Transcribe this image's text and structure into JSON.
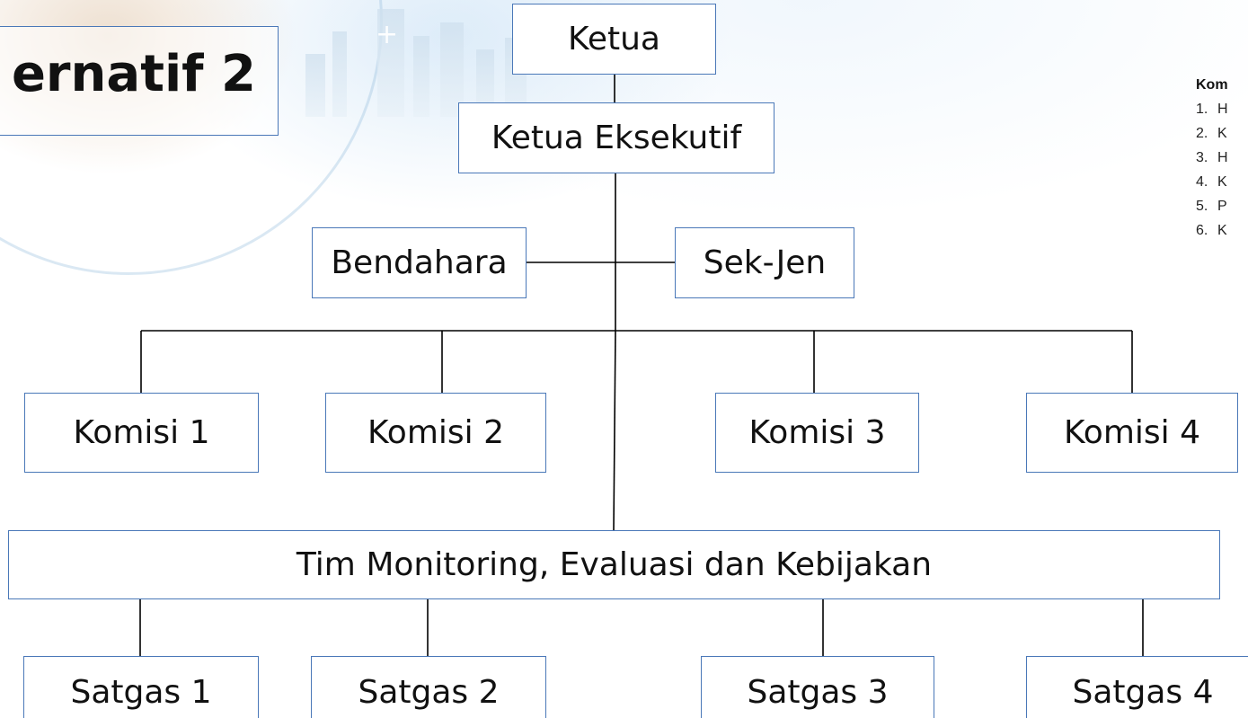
{
  "title": "ernatif 2",
  "nodes": {
    "ketua": "Ketua",
    "ketua_eksekutif": "Ketua Eksekutif",
    "bendahara": "Bendahara",
    "sek_jen": "Sek-Jen",
    "komisi": [
      "Komisi 1",
      "Komisi 2",
      "Komisi 3",
      "Komisi 4"
    ],
    "tim": "Tim Monitoring, Evaluasi dan Kebijakan",
    "satgas": [
      "Satgas 1",
      "Satgas 2",
      "Satgas 3",
      "Satgas 4"
    ]
  },
  "side_panel": {
    "title": "Kom",
    "items": [
      {
        "num": "1.",
        "text": "H"
      },
      {
        "num": "2.",
        "text": "K"
      },
      {
        "num": "3.",
        "text": "H"
      },
      {
        "num": "4.",
        "text": "K"
      },
      {
        "num": "5.",
        "text": "P"
      },
      {
        "num": "6.",
        "text": "K"
      }
    ]
  },
  "colors": {
    "box_border": "#4a78b8",
    "connector": "#000000"
  }
}
